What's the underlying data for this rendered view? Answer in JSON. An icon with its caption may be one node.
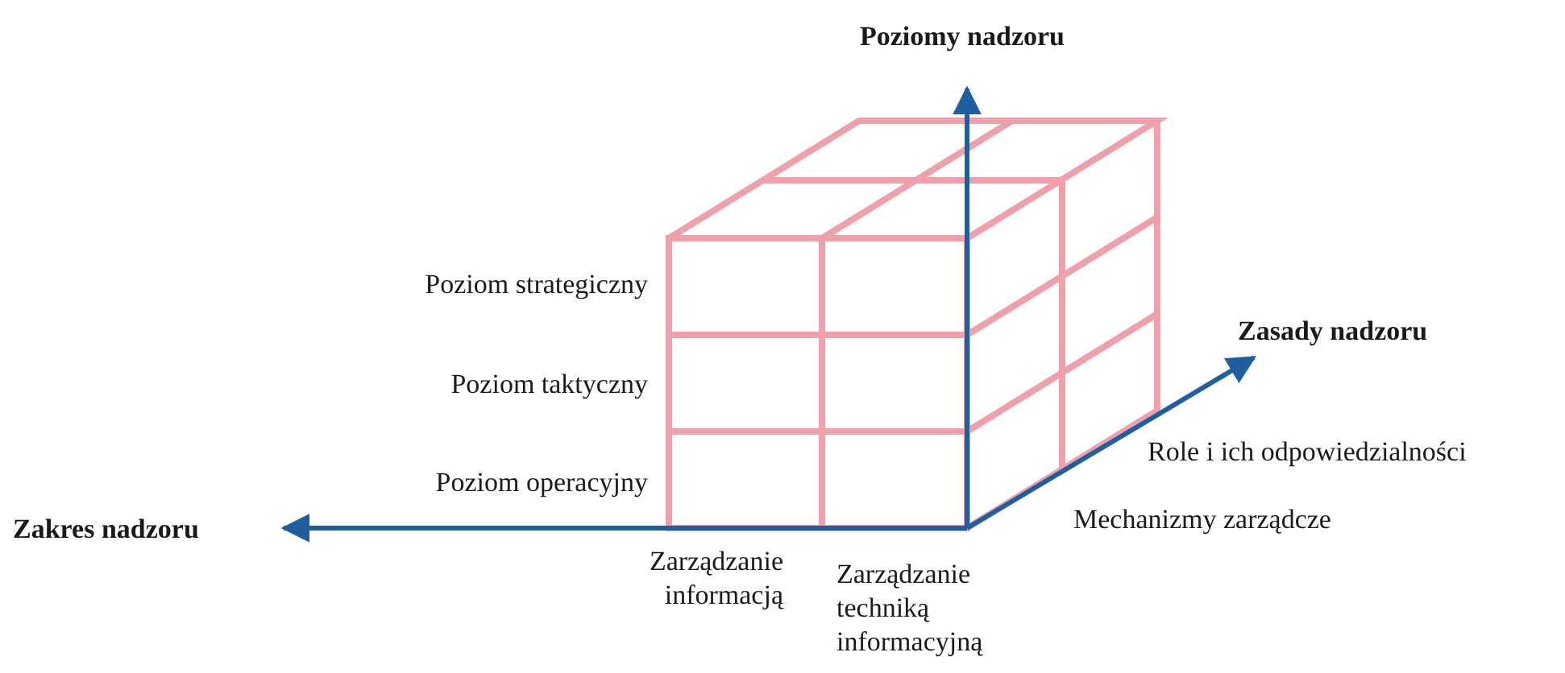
{
  "diagram": {
    "labels": [
      "Poziomy nadzoru",
      "Zasady nadzoru",
      "Poziom strategiczny",
      "Poziom taktyczny",
      "Role i ich odpowiedzialności",
      "Poziom operacyjny",
      "Mechanizmy zarządcze",
      "Zakres nadzoru",
      "Zarządzanie informacją",
      "Zarządzanie techniką informacyjną"
    ]
  }
}
